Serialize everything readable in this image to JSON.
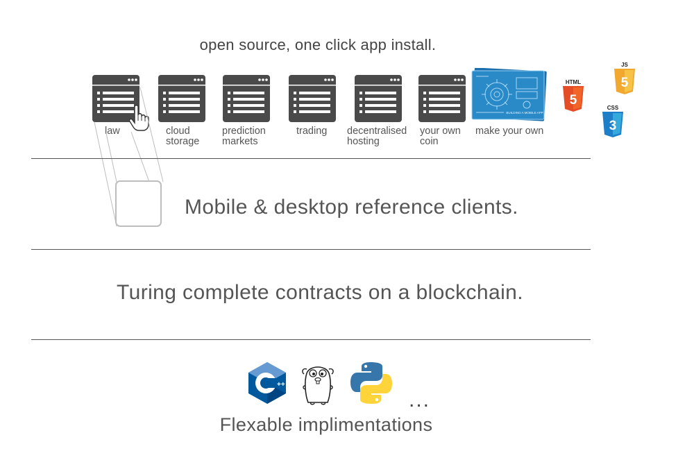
{
  "headline": "open source, one click app install.",
  "apps": [
    {
      "label": "law"
    },
    {
      "label": "cloud\nstorage"
    },
    {
      "label": "prediction\nmarkets"
    },
    {
      "label": "trading"
    },
    {
      "label": "decentralised\nhosting"
    },
    {
      "label": "your own\ncoin"
    }
  ],
  "make_your_own": {
    "label": "make your own",
    "blueprint_text": "BUILDING A MOBILE APP"
  },
  "web_badges": {
    "html": {
      "label": "HTML",
      "number": "5",
      "color": "#e44d26"
    },
    "js": {
      "label": "JS",
      "number": "5",
      "color": "#f0a830"
    },
    "css": {
      "label": "CSS",
      "number": "3",
      "color": "#1e7fc8"
    }
  },
  "clients_text": "Mobile & desktop reference clients.",
  "contracts_text": "Turing complete contracts on a blockchain.",
  "implementations": {
    "text": "Flexable implimentations",
    "ellipsis": "...",
    "icons": [
      "cpp-icon",
      "go-gopher-icon",
      "python-icon"
    ]
  },
  "colors": {
    "app_icon": "#4a4a4a",
    "divider": "#555555",
    "blueprint": "#2a8ac8"
  }
}
